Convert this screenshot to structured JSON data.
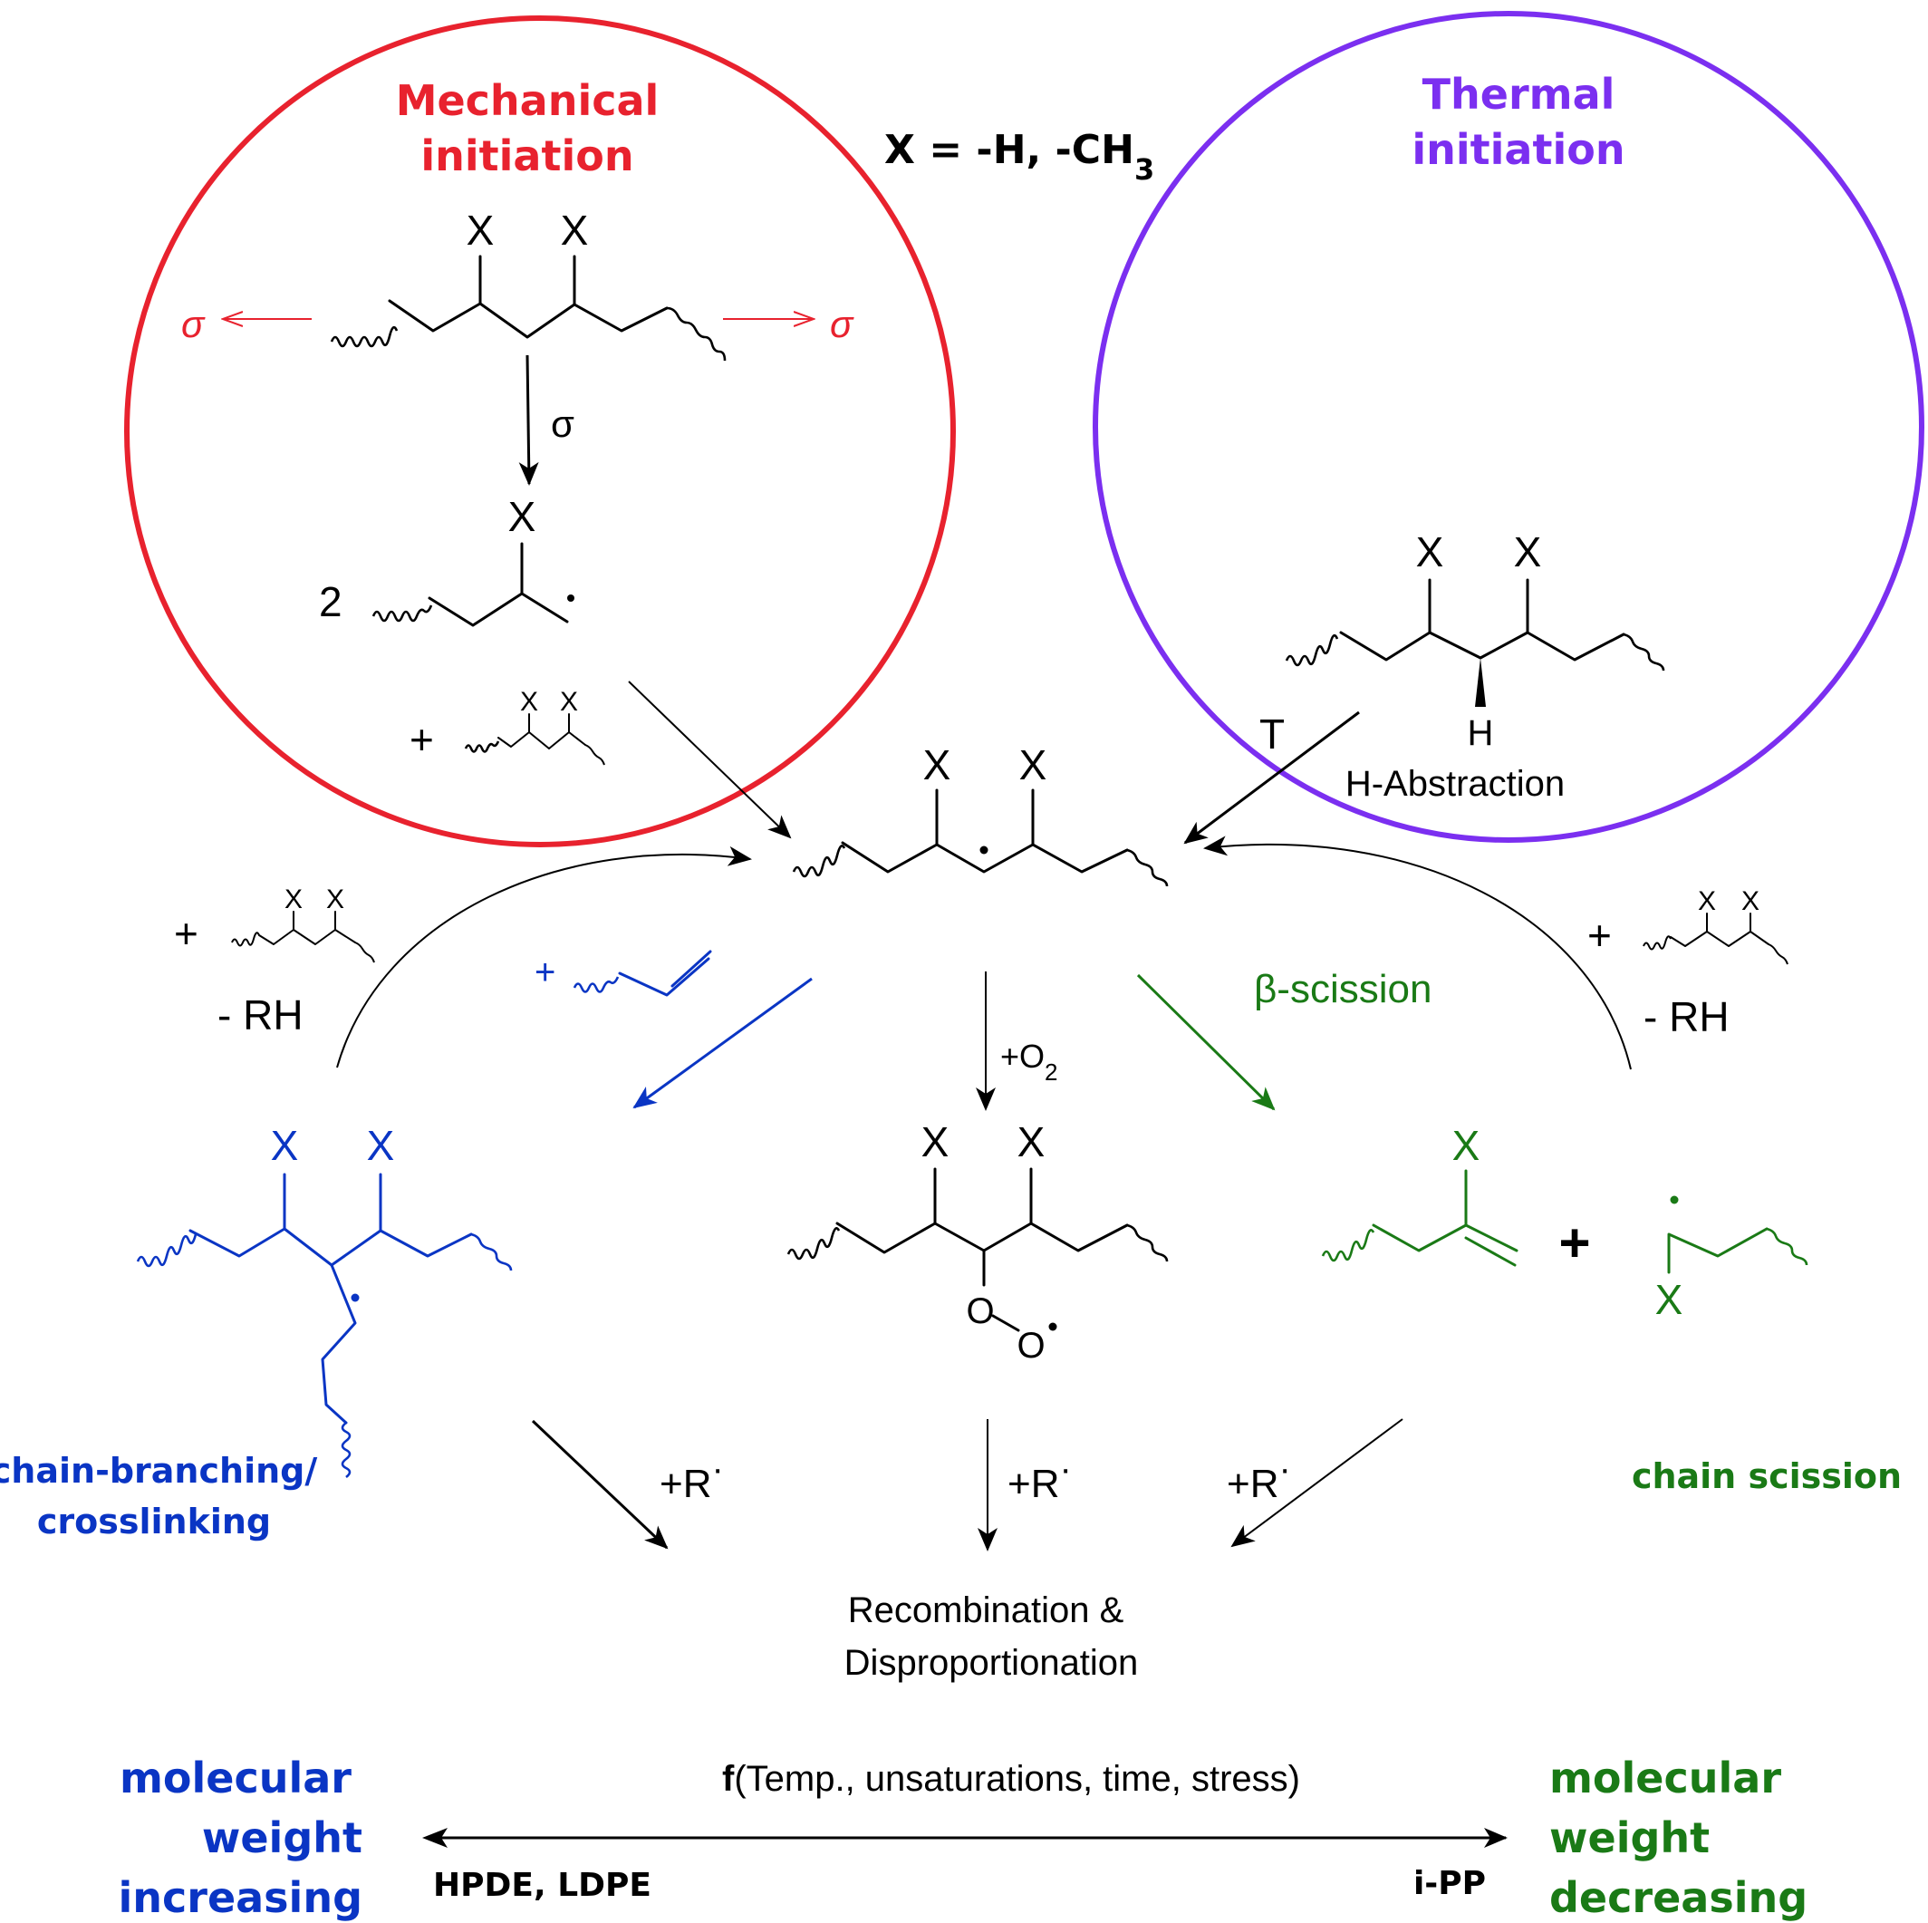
{
  "colors": {
    "mechanical": "#e8222e",
    "thermal": "#7b2ff0",
    "branching": "#0a35c4",
    "scission": "#1a7a16",
    "ink": "#000000"
  },
  "mechanical": {
    "title_line1": "Mechanical",
    "title_line2": "initiation",
    "stress_symbol": "σ",
    "arrow_label": "σ",
    "coefficient": "2",
    "plus": "+",
    "substituent": "X"
  },
  "definition": {
    "prefix": "X = -H, -CH",
    "subscript": "3"
  },
  "thermal": {
    "title_line1": "Thermal",
    "title_line2": "initiation",
    "hydrogen": "H",
    "abstraction_label": "H-Abstraction",
    "temperature": "T"
  },
  "center_radical": {
    "substituent": "X"
  },
  "side_reactions": {
    "left_plus": "+",
    "left_minus": "- RH",
    "right_plus": "+",
    "right_minus": "- RH"
  },
  "branching": {
    "plus": "+",
    "label_line1": "chain-branching/",
    "label_line2": "crosslinking",
    "substituent": "X"
  },
  "oxidation": {
    "reagent_prefix": "+O",
    "reagent_subscript": "2",
    "oxygen": "O",
    "substituent": "X"
  },
  "scission": {
    "arrow_label": "β-scission",
    "plus": "+",
    "label": "chain scission",
    "substituent": "X"
  },
  "termination": {
    "reagent": "+R",
    "radical_dot": "·",
    "label_line1": "Recombination &",
    "label_line2": "Disproportionation"
  },
  "scale": {
    "factors_bold": "f",
    "factors_rest": "(Temp., unsaturations, time, stress)",
    "left_line1": "molecular",
    "left_line2": "weight",
    "left_line3": "increasing",
    "right_line1": "molecular",
    "right_line2": "weight",
    "right_line3": "decreasing",
    "left_polymers": "HPDE, LDPE",
    "right_polymers": "i-PP"
  }
}
